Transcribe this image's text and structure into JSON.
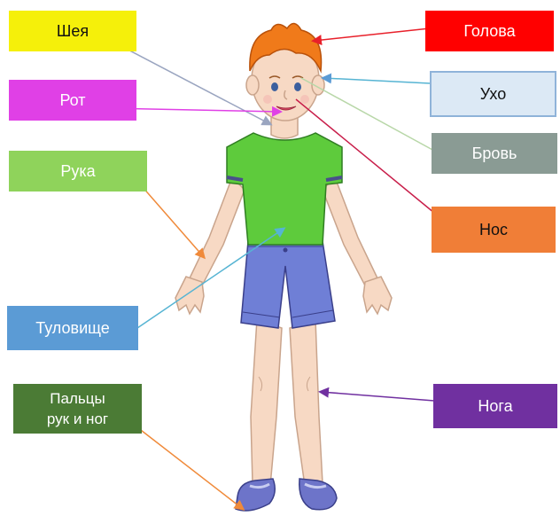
{
  "labels": {
    "neck": "Шея",
    "mouth": "Рот",
    "arm": "Рука",
    "torso": "Туловище",
    "fingers_line1": "Пальцы",
    "fingers_line2": "рук и ног",
    "head": "Голова",
    "ear": "Ухо",
    "brow": "Бровь",
    "nose": "Нос",
    "leg": "Нога"
  },
  "colors": {
    "neck": "#f5f00a",
    "mouth": "#e040e6",
    "arm": "#8fd35b",
    "torso": "#5b9bd5",
    "fingers": "#4b7b35",
    "head": "#ff0000",
    "ear": "#dce9f5",
    "brow": "#8a9b94",
    "nose": "#f07e37",
    "leg": "#7030a0",
    "shirt": "#5ecb3c",
    "shorts": "#6f7fd6",
    "hair": "#f07a1a",
    "skin": "#f7d9c4"
  }
}
